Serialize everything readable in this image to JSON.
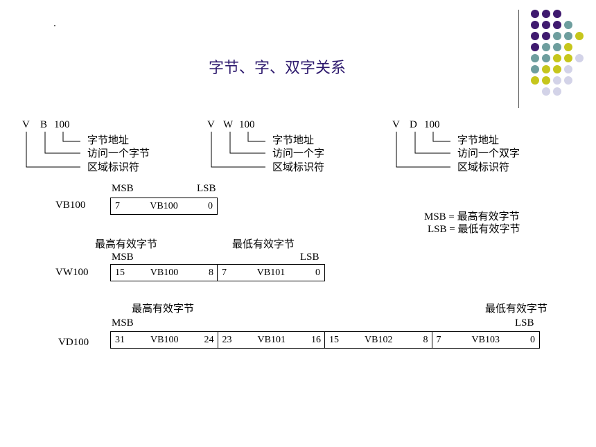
{
  "title": "字节、字、双字关系",
  "colors": {
    "purple": "#3f1a6f",
    "teal": "#6e9e9e",
    "yellow": "#c6c61c",
    "lavender": "#d3d3e8",
    "title": "#2e1a6e"
  },
  "addr_breakdown": [
    {
      "v": "V",
      "type": "B",
      "num": "100",
      "l1": "字节地址",
      "l2": "访问一个字节",
      "l3": "区域标识符"
    },
    {
      "v": "V",
      "type": "W",
      "num": "100",
      "l1": "字节地址",
      "l2": "访问一个字",
      "l3": "区域标识符"
    },
    {
      "v": "V",
      "type": "D",
      "num": "100",
      "l1": "字节地址",
      "l2": "访问一个双字",
      "l3": "区域标识符"
    }
  ],
  "legend": {
    "msb": "MSB = 最高有效字节",
    "lsb": "LSB = 最低有效字节"
  },
  "byte_row": {
    "label": "VB100",
    "msb": "MSB",
    "lsb": "LSB",
    "cells": [
      {
        "hi": "7",
        "name": "VB100",
        "lo": "0"
      }
    ]
  },
  "word_row": {
    "label": "VW100",
    "msb": "MSB",
    "lsb": "LSB",
    "msb_label": "最高有效字节",
    "lsb_label": "最低有效字节",
    "cells": [
      {
        "hi": "15",
        "name": "VB100",
        "lo": "8"
      },
      {
        "hi": "7",
        "name": "VB101",
        "lo": "0"
      }
    ]
  },
  "dword_row": {
    "label": "VD100",
    "msb": "MSB",
    "lsb": "LSB",
    "msb_label": "最高有效字节",
    "lsb_label": "最低有效字节",
    "cells": [
      {
        "hi": "31",
        "name": "VB100",
        "lo": "24"
      },
      {
        "hi": "23",
        "name": "VB101",
        "lo": "16"
      },
      {
        "hi": "15",
        "name": "VB102",
        "lo": "8"
      },
      {
        "hi": "7",
        "name": "VB103",
        "lo": "0"
      }
    ]
  }
}
